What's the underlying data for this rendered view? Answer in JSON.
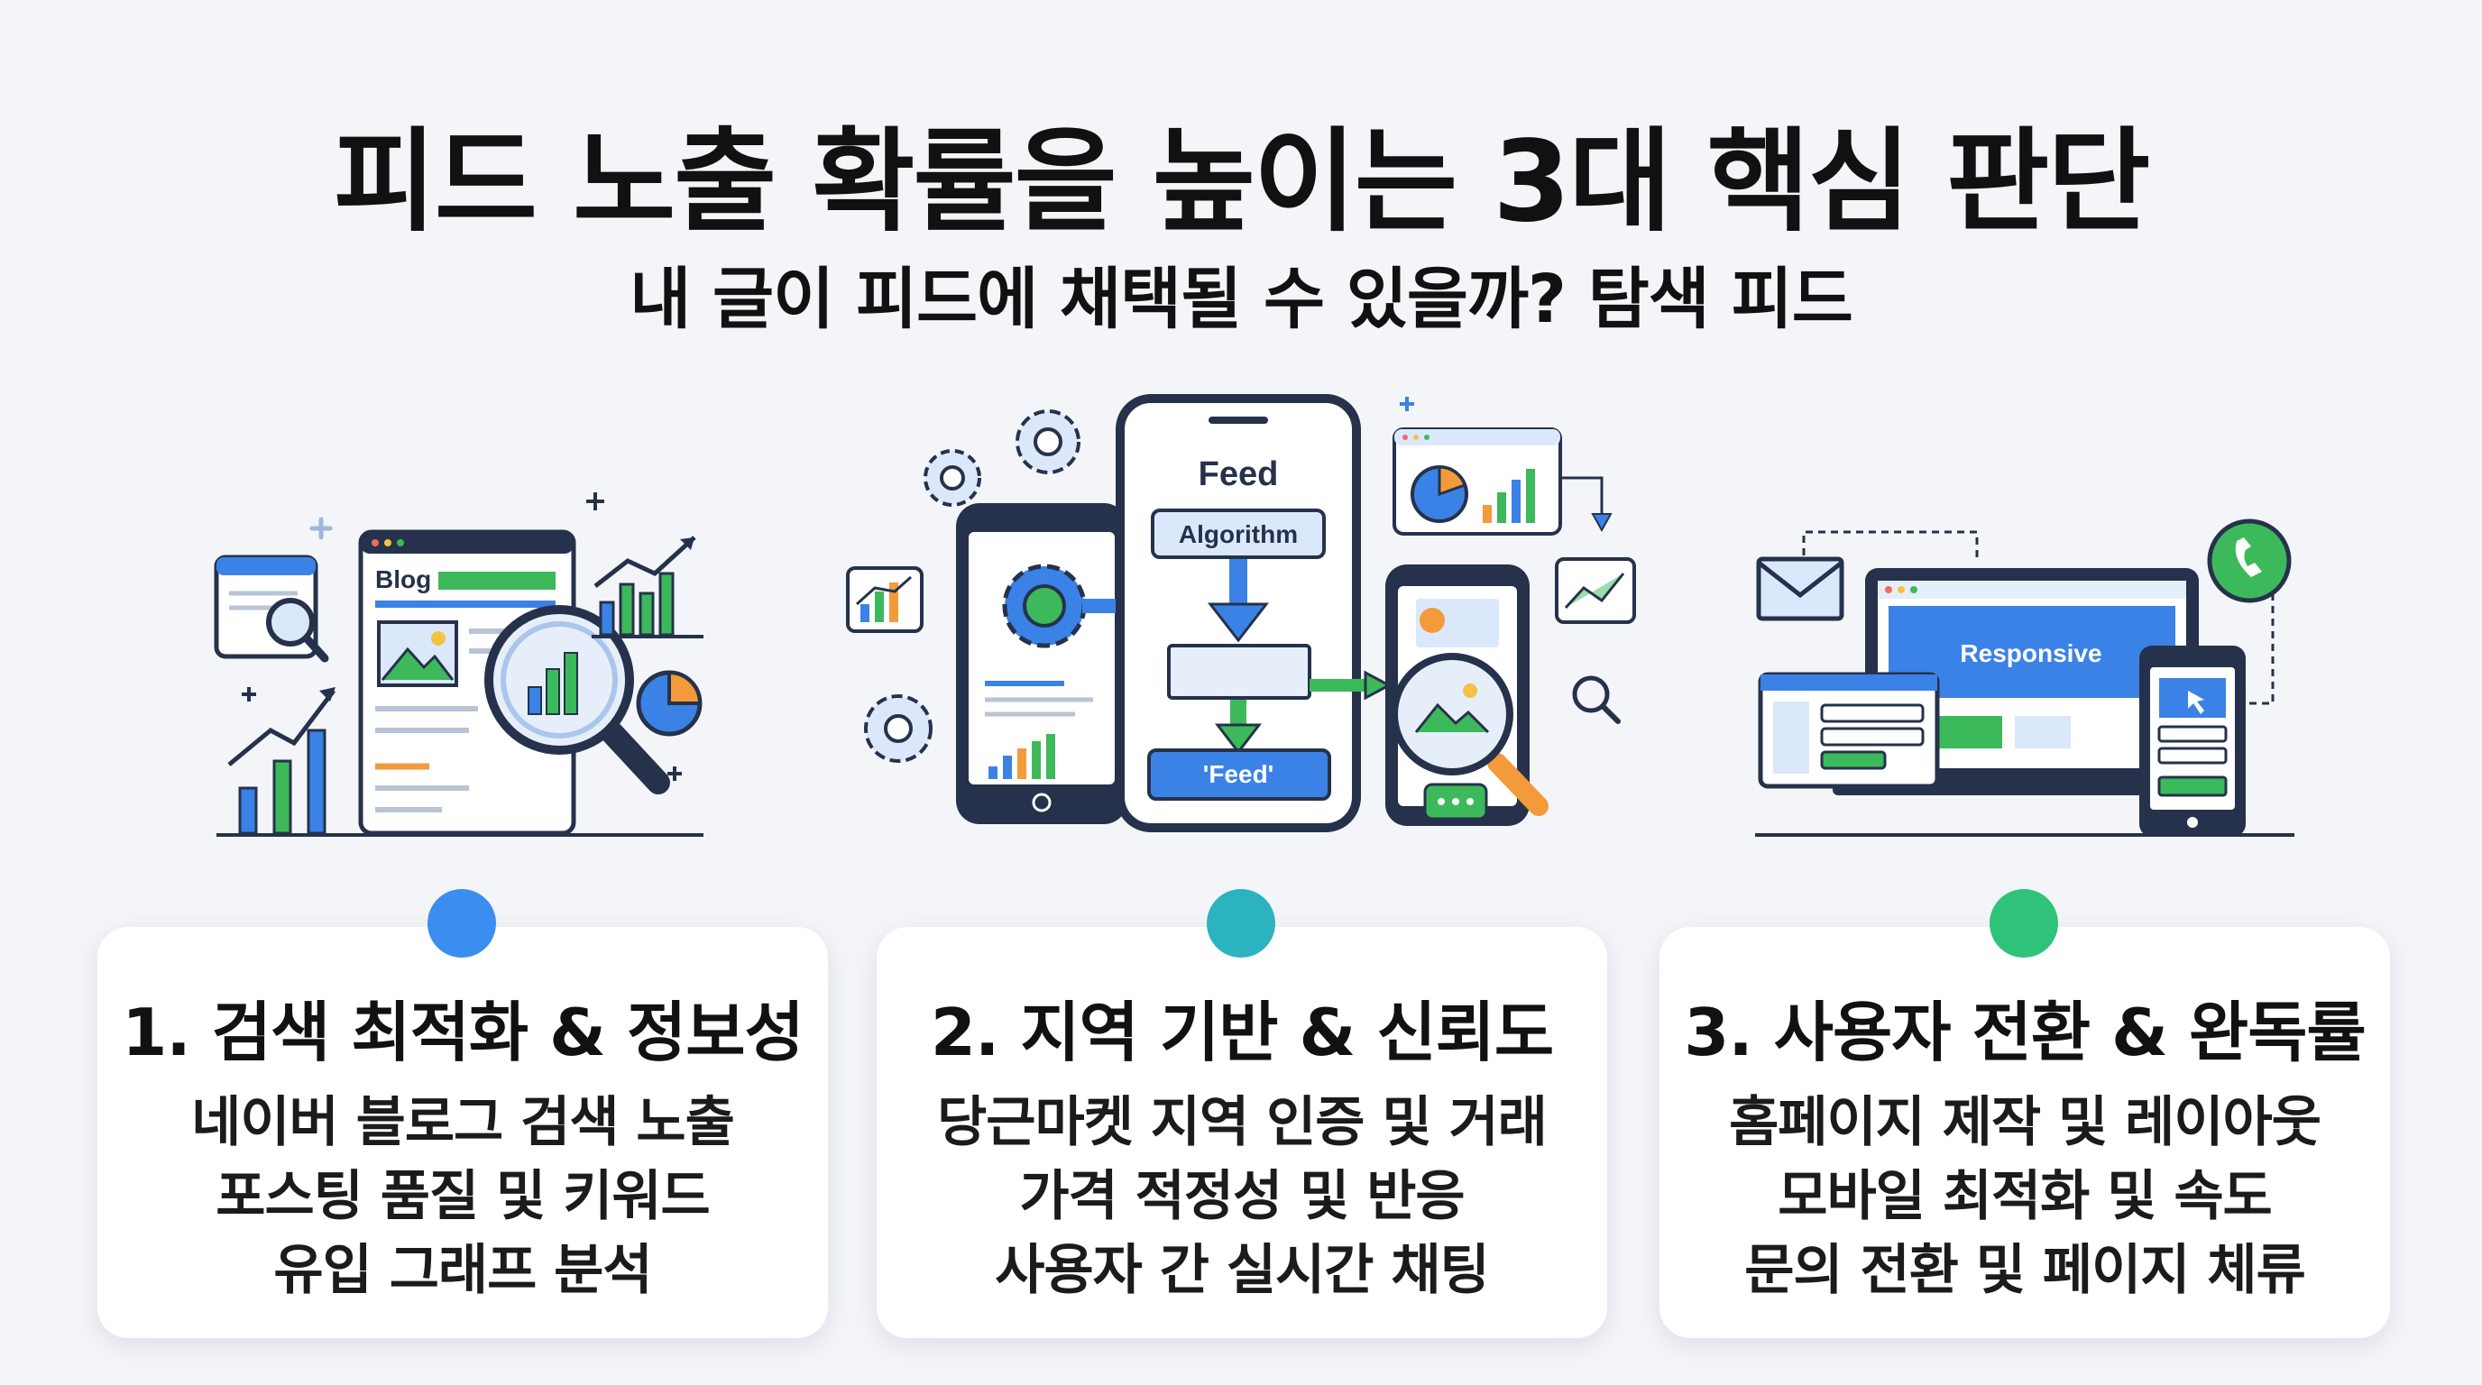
{
  "header": {
    "title": "피드 노출 확률을 높이는 3대 핵심 판단",
    "subtitle": "내 글이 피드에 채택될 수 있을까? 탐색 피드"
  },
  "illustrations": {
    "blog": {
      "label": "Blog"
    },
    "feed": {
      "heading": "Feed",
      "algorithm": "Algorithm",
      "result": "'Feed'"
    },
    "responsive": {
      "label": "Responsive"
    }
  },
  "cards": [
    {
      "title": "1. 검색 최적화 & 정보성",
      "lines": [
        "네이버 블로그 검색 노출",
        "포스팅 품질 및 키워드",
        "유입 그래프 분석"
      ],
      "dot_color": "#3b8ef0"
    },
    {
      "title": "2. 지역 기반 & 신뢰도",
      "lines": [
        "당근마켓 지역 인증 및 거래",
        "가격 적정성 및 반응",
        "사용자 간 실시간 채팅"
      ],
      "dot_color": "#2bb3c0"
    },
    {
      "title": "3. 사용자 전환 & 완독률",
      "lines": [
        "홈페이지 제작 및 레이아웃",
        "모바일 최적화 및 속도",
        "문의 전환 및 페이지 체류"
      ],
      "dot_color": "#2fc37a"
    }
  ],
  "colors": {
    "navy": "#26324b",
    "blue": "#3b82e6",
    "green": "#3cb95a",
    "orange": "#f39a3a",
    "light_blue": "#dbe8fb"
  }
}
